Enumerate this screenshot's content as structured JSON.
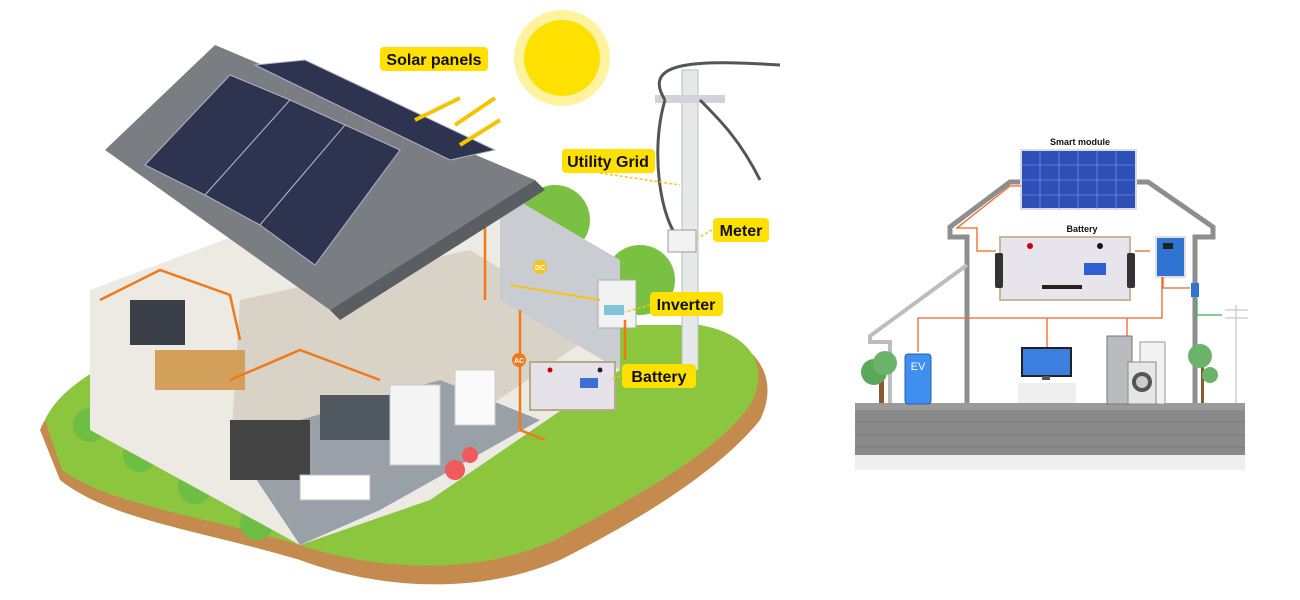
{
  "left_diagram": {
    "labels": {
      "solar_panels": "Solar panels",
      "utility_grid": "Utility Grid",
      "meter": "Meter",
      "inverter": "Inverter",
      "battery": "Battery"
    },
    "badges": {
      "dc": "DC",
      "ac": "AC"
    },
    "colors": {
      "label_bg": "#FFE000",
      "wire": "#F07A1A",
      "grass": "#8CC63F",
      "sun": "#FFE100"
    }
  },
  "right_diagram": {
    "labels": {
      "smart_module": "Smart module",
      "battery": "Battery",
      "ev": "EV"
    },
    "colors": {
      "wire": "#F26522",
      "grid_wire": "#39B54A",
      "wall": "#8A8A8A"
    }
  }
}
